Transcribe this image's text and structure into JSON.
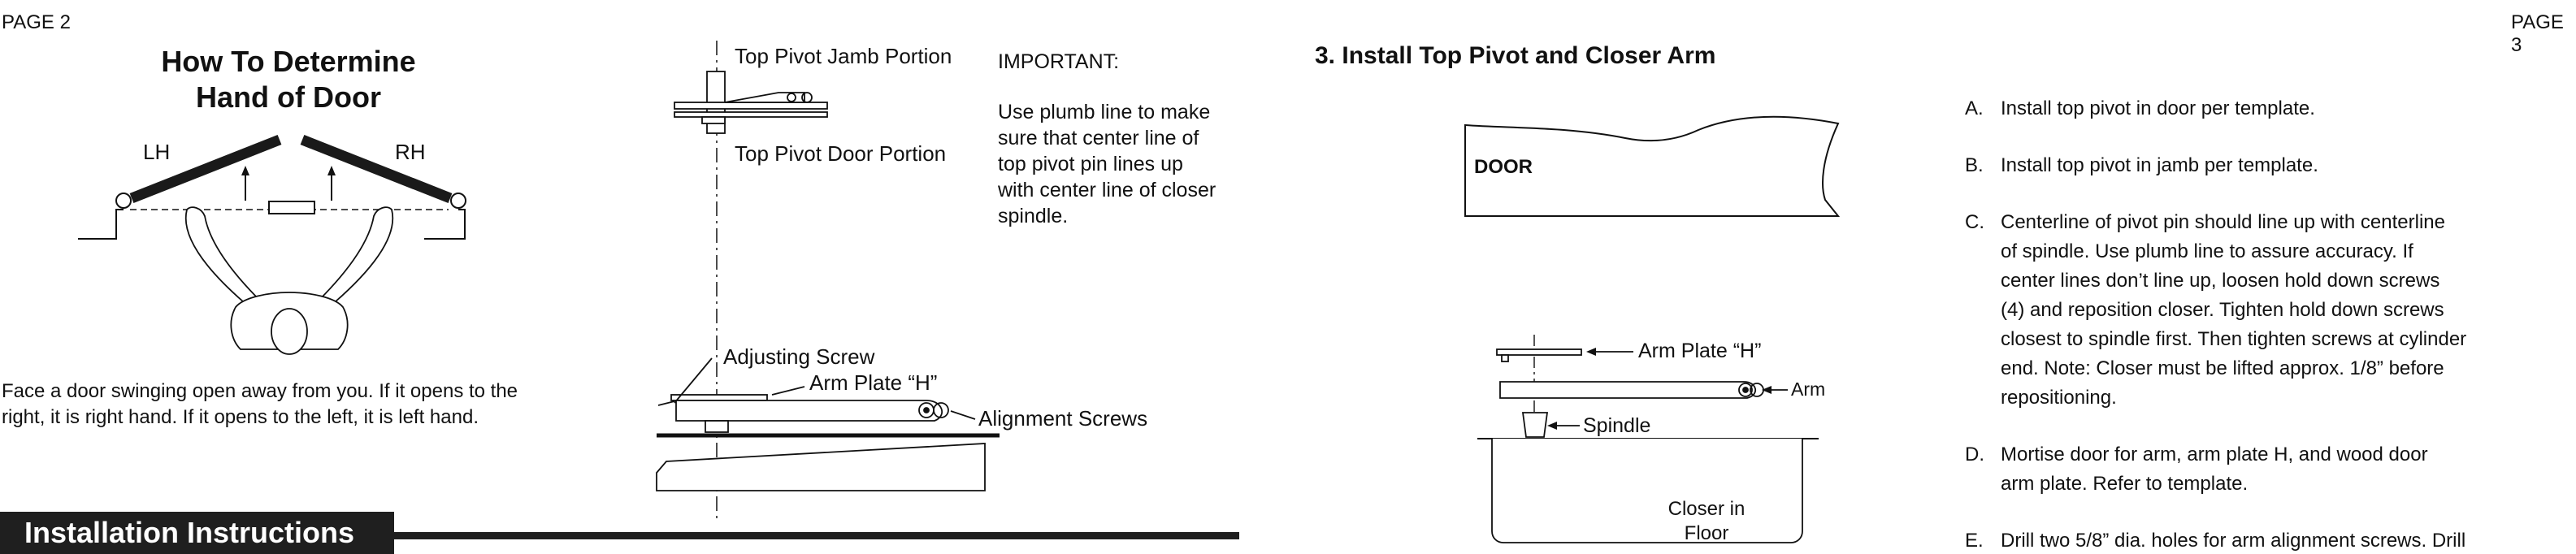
{
  "left_page": {
    "page_label": "PAGE 2",
    "hand_heading_line1": "How To Determine",
    "hand_heading_line2": "Hand of Door",
    "label_lh": "LH",
    "label_rh": "RH",
    "hand_description_line1": "Face a door swinging open away from you. If it opens to the",
    "hand_description_line2": "right, it is right hand. If it opens to the left, it is left hand.",
    "top_pivot_jamb_label": "Top Pivot Jamb Portion",
    "top_pivot_door_label": "Top Pivot Door Portion",
    "important_title": "IMPORTANT:",
    "important_lines": [
      "Use plumb line to make",
      "sure that center line of",
      "top pivot pin lines up",
      "with center line of closer",
      "spindle."
    ],
    "adjusting_screw_label": "Adjusting Screw",
    "arm_plate_label": "Arm Plate “H”",
    "alignment_screws_label": "Alignment Screws",
    "installation_bar": "Installation Instructions"
  },
  "right_page": {
    "page_label": "PAGE 3",
    "section_title": "3. Install Top Pivot and Closer Arm",
    "door_label": "DOOR",
    "arm_plate_label": "Arm Plate “H”",
    "arm_label": "Arm",
    "spindle_label": "Spindle",
    "closer_label_line1": "Closer in",
    "closer_label_line2": "Floor",
    "steps": [
      {
        "letter": "A.",
        "lines": [
          "Install top pivot in door per template."
        ]
      },
      {
        "letter": "B.",
        "lines": [
          "Install top pivot in jamb per template."
        ]
      },
      {
        "letter": "C.",
        "lines": [
          "Centerline of pivot pin should line up with centerline",
          "of spindle. Use plumb line to assure accuracy. If",
          "center lines don’t line up, loosen hold down screws",
          "(4) and reposition closer. Tighten hold down screws",
          "closest to spindle first. Then tighten screws at cylinder",
          "end. Note: Closer must be lifted approx. 1/8” before",
          "repositioning."
        ]
      },
      {
        "letter": "D.",
        "lines": [
          "Mortise door for arm, arm plate H, and wood door",
          "arm plate. Refer to template."
        ]
      },
      {
        "letter": "E.",
        "lines": [
          "Drill two 5/8” dia. holes for arm alignment screws. Drill"
        ]
      }
    ]
  }
}
